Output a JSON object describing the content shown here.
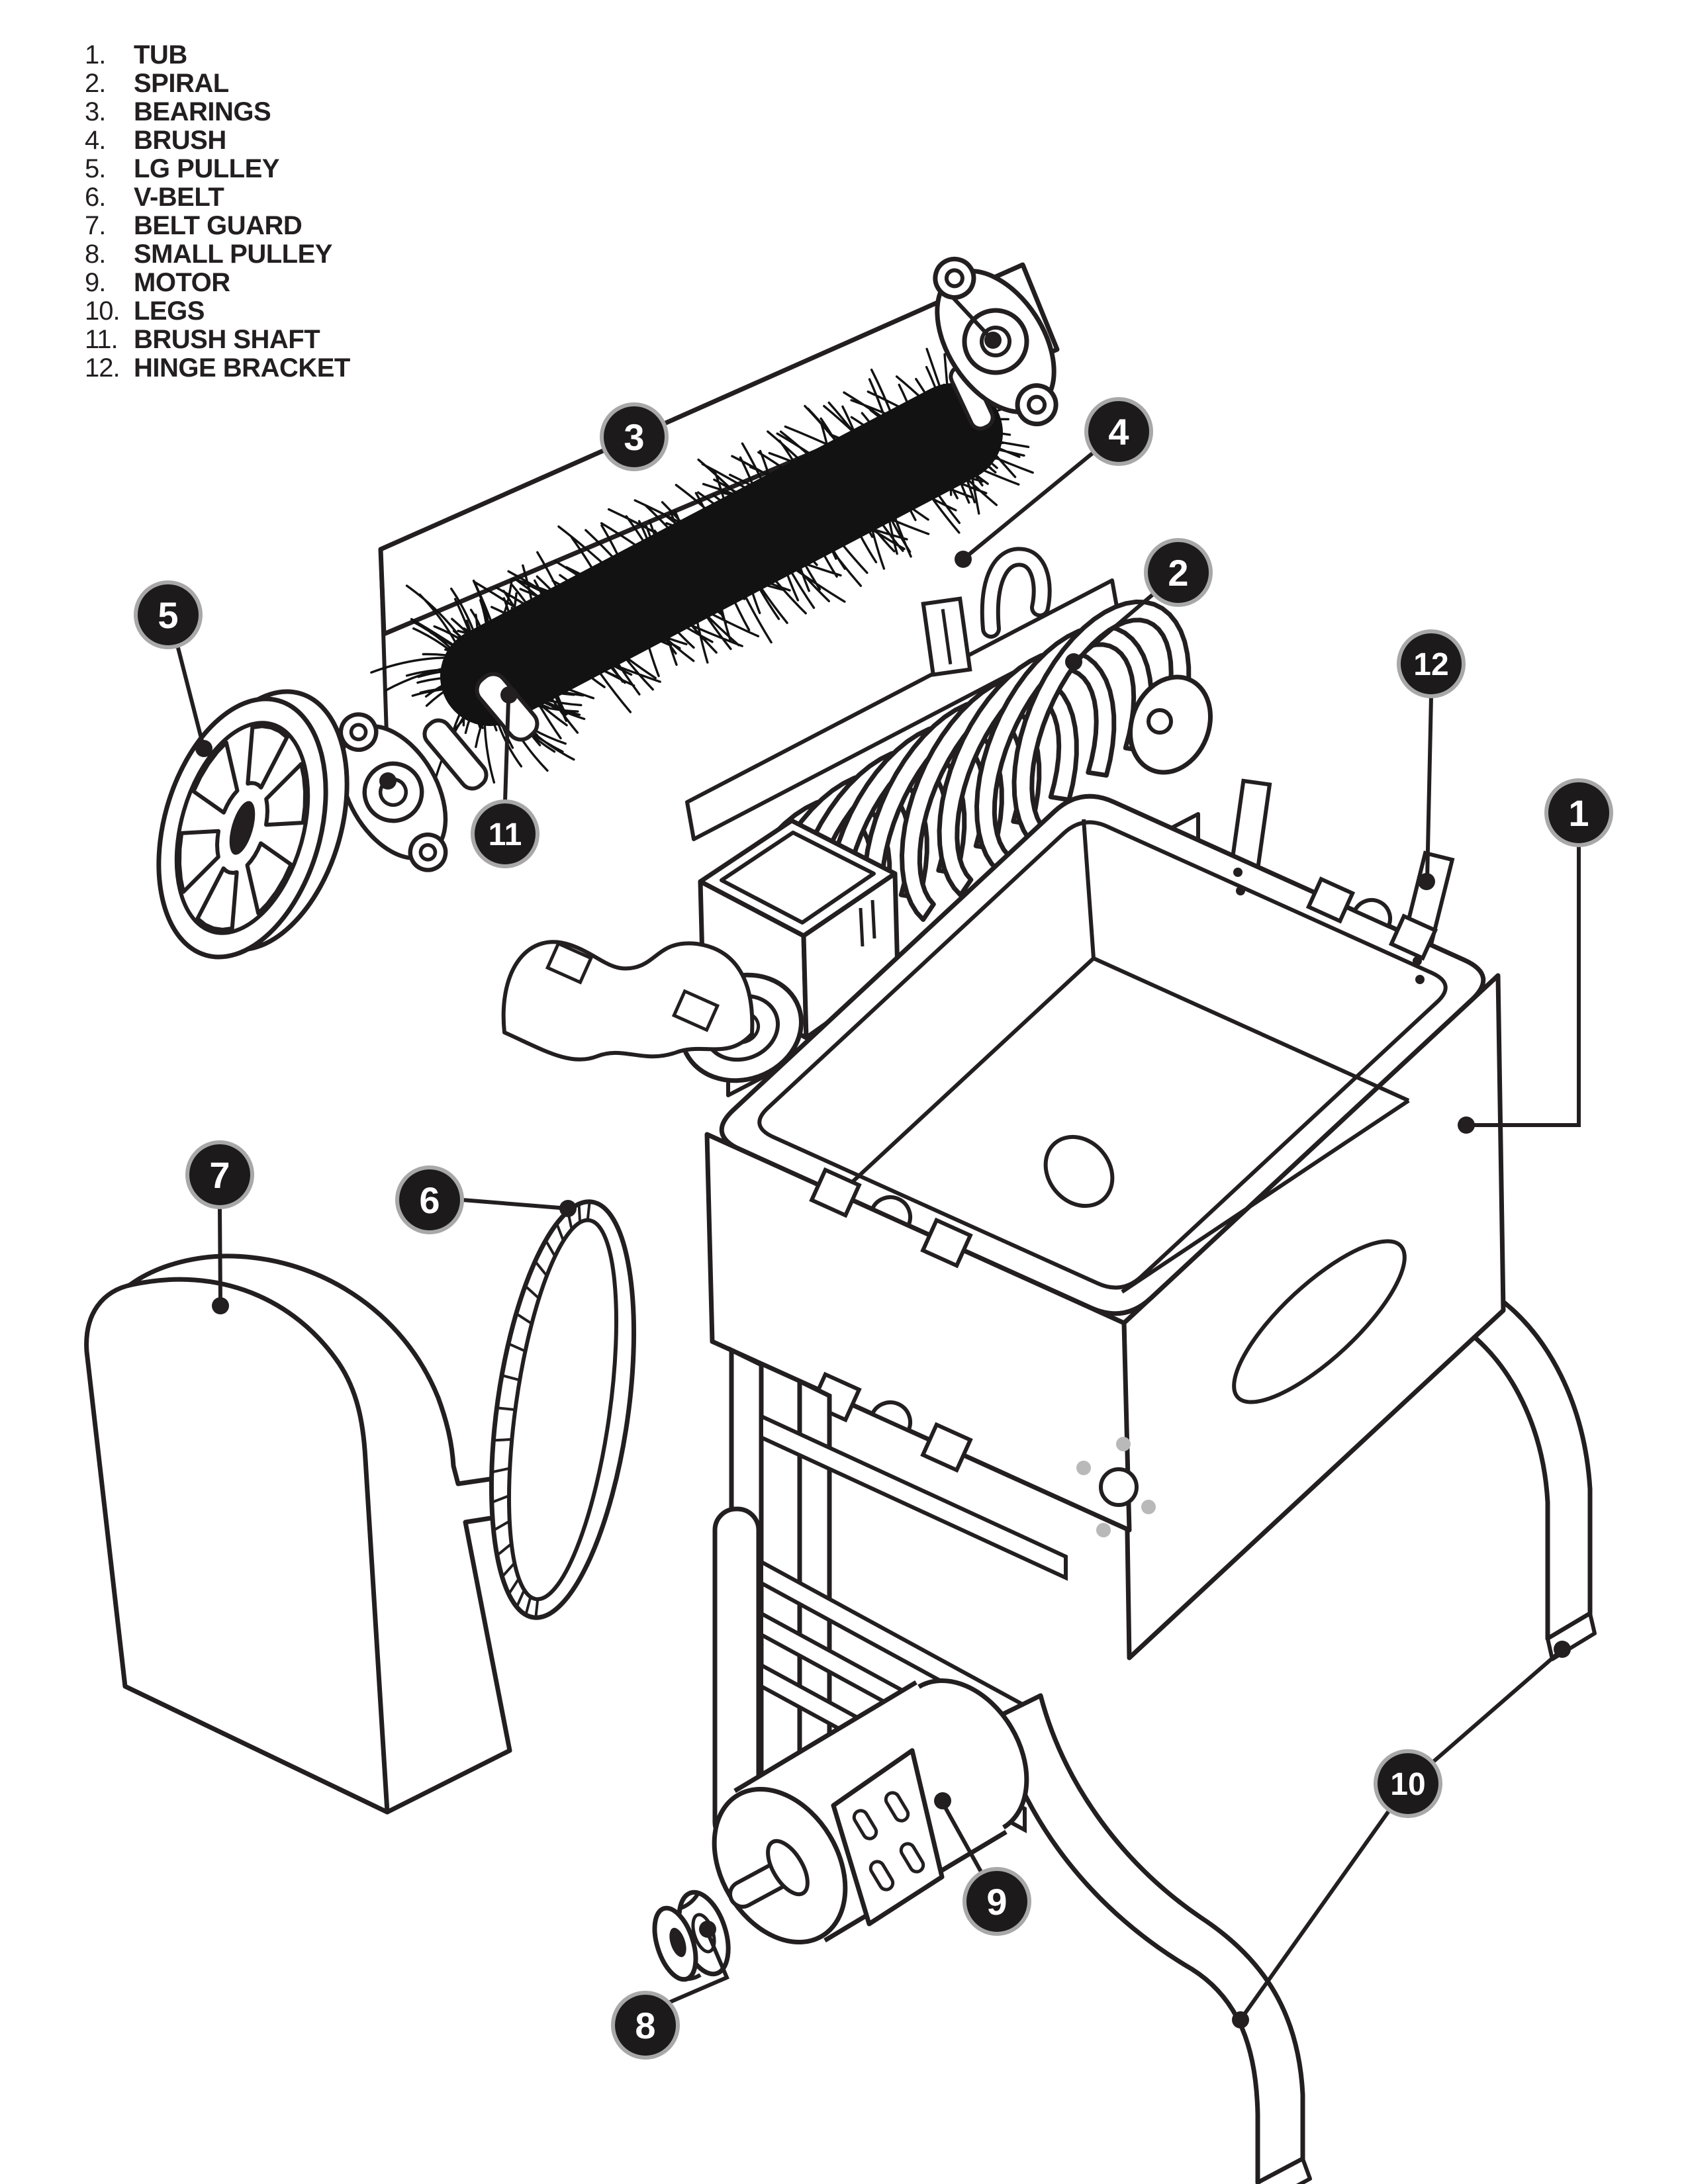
{
  "colors": {
    "ink": "#231f20",
    "callout_fill": "#1c1a1a",
    "callout_ring": "#a8a8a8",
    "dot_gray": "#b9b9b9",
    "paper": "#ffffff"
  },
  "parts": [
    {
      "num": "1.",
      "label": "TUB"
    },
    {
      "num": "2.",
      "label": "SPIRAL"
    },
    {
      "num": "3.",
      "label": "BEARINGS"
    },
    {
      "num": "4.",
      "label": "BRUSH"
    },
    {
      "num": "5.",
      "label": "LG PULLEY"
    },
    {
      "num": "6.",
      "label": "V-BELT"
    },
    {
      "num": "7.",
      "label": "BELT GUARD"
    },
    {
      "num": "8.",
      "label": "SMALL PULLEY"
    },
    {
      "num": "9.",
      "label": "MOTOR"
    },
    {
      "num": "10.",
      "label": "LEGS"
    },
    {
      "num": "11.",
      "label": "BRUSH SHAFT"
    },
    {
      "num": "12.",
      "label": "HINGE BRACKET"
    }
  ],
  "callouts": [
    "1",
    "2",
    "3",
    "4",
    "5",
    "6",
    "7",
    "8",
    "9",
    "10",
    "11",
    "12"
  ]
}
